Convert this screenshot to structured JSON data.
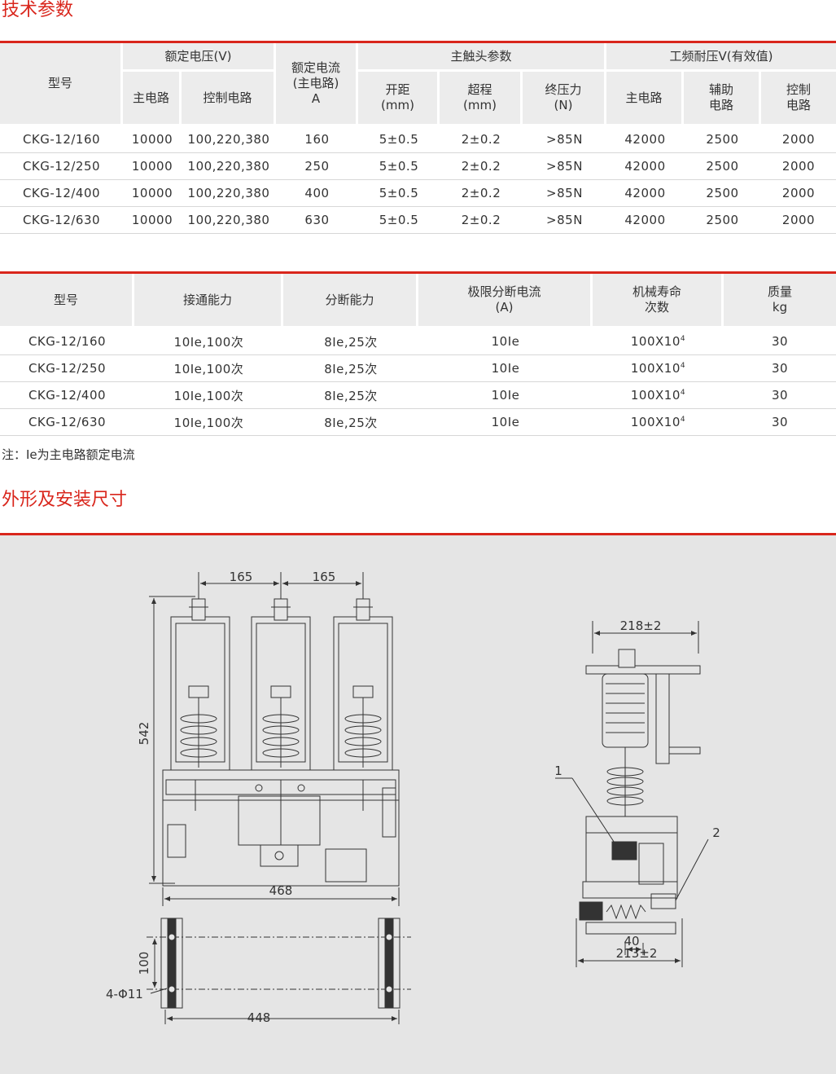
{
  "tech_heading": "技术参数",
  "table1": {
    "h_model": "型号",
    "h_voltage": "额定电压(V)",
    "h_voltage_main": "主电路",
    "h_voltage_ctrl": "控制电路",
    "h_current_l1": "额定电流",
    "h_current_l2": "(主电路)",
    "h_current_l3": "A",
    "h_contact": "主触头参数",
    "h_gap_l1": "开距",
    "h_gap_l2": "(mm)",
    "h_over_l1": "超程",
    "h_over_l2": "(mm)",
    "h_force_l1": "终压力",
    "h_force_l2": "(N)",
    "h_withstand": "工频耐压V(有效值)",
    "h_w_main": "主电路",
    "h_w_aux_l1": "辅助",
    "h_w_aux_l2": "电路",
    "h_w_ctrl_l1": "控制",
    "h_w_ctrl_l2": "电路",
    "rows": [
      [
        "CKG-12/160",
        "10000",
        "100,220,380",
        "160",
        "5±0.5",
        "2±0.2",
        ">85N",
        "42000",
        "2500",
        "2000"
      ],
      [
        "CKG-12/250",
        "10000",
        "100,220,380",
        "250",
        "5±0.5",
        "2±0.2",
        ">85N",
        "42000",
        "2500",
        "2000"
      ],
      [
        "CKG-12/400",
        "10000",
        "100,220,380",
        "400",
        "5±0.5",
        "2±0.2",
        ">85N",
        "42000",
        "2500",
        "2000"
      ],
      [
        "CKG-12/630",
        "10000",
        "100,220,380",
        "630",
        "5±0.5",
        "2±0.2",
        ">85N",
        "42000",
        "2500",
        "2000"
      ]
    ]
  },
  "table2": {
    "h_model": "型号",
    "h_making": "接通能力",
    "h_breaking": "分断能力",
    "h_limit_l1": "极限分断电流",
    "h_limit_l2": "(A)",
    "h_life_l1": "机械寿命",
    "h_life_l2": "次数",
    "h_mass_l1": "质量",
    "h_mass_l2": "kg",
    "rows": [
      [
        "CKG-12/160",
        "10Ie,100次",
        "8Ie,25次",
        "10Ie",
        "100X10",
        "4",
        "30"
      ],
      [
        "CKG-12/250",
        "10Ie,100次",
        "8Ie,25次",
        "10Ie",
        "100X10",
        "4",
        "30"
      ],
      [
        "CKG-12/400",
        "10Ie,100次",
        "8Ie,25次",
        "10Ie",
        "100X10",
        "4",
        "30"
      ],
      [
        "CKG-12/630",
        "10Ie,100次",
        "8Ie,25次",
        "10Ie",
        "100X10",
        "4",
        "30"
      ]
    ]
  },
  "note": "注：Ie为主电路额定电流",
  "dim_heading": "外形及安装尺寸",
  "drawing": {
    "d165a": "165",
    "d165b": "165",
    "d542": "542",
    "d468": "468",
    "d100": "100",
    "d4phi": "4-Φ11",
    "d448": "448",
    "d218": "218±2",
    "d40": "40",
    "d213": "213±2",
    "c1": "1",
    "c2": "2"
  }
}
